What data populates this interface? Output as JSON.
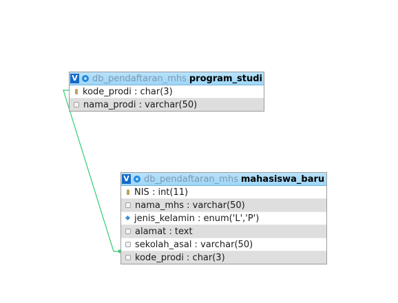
{
  "tables": [
    {
      "database": "db_pendaftaran_mhs",
      "name": "program_studi",
      "toggle_label": "V",
      "columns": [
        {
          "text": "kode_prodi : char(3)",
          "icon": "key-icon"
        },
        {
          "text": "nama_prodi : varchar(50)",
          "icon": "column-icon"
        }
      ]
    },
    {
      "database": "db_pendaftaran_mhs",
      "name": "mahasiswa_baru",
      "toggle_label": "V",
      "columns": [
        {
          "text": "NIS : int(11)",
          "icon": "key-icon"
        },
        {
          "text": "nama_mhs : varchar(50)",
          "icon": "column-icon"
        },
        {
          "text": "jenis_kelamin : enum('L','P')",
          "icon": "enum-icon"
        },
        {
          "text": "alamat : text",
          "icon": "column-icon"
        },
        {
          "text": "sekolah_asal : varchar(50)",
          "icon": "column-icon"
        },
        {
          "text": "kode_prodi : char(3)",
          "icon": "column-icon"
        }
      ]
    }
  ],
  "relation": {
    "color": "#2ecc71"
  }
}
